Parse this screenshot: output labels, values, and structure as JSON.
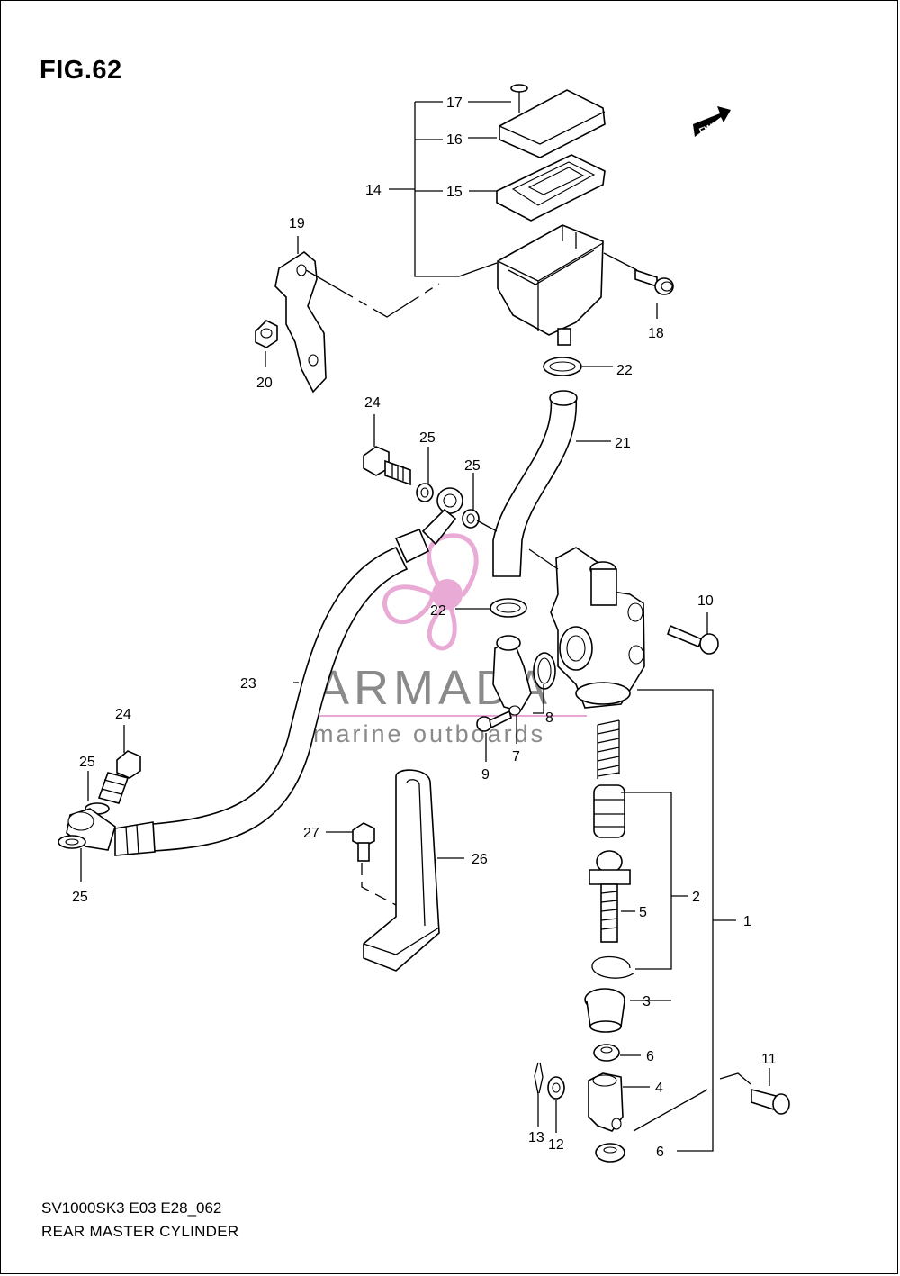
{
  "figure_title": "FIG.62",
  "model_code": "SV1000SK3 E03 E28_062",
  "diagram_title": "REAR MASTER CYLINDER",
  "direction_badge": "FWD",
  "watermark": {
    "brand": "ARMADA",
    "tagline": "marine outboards",
    "accent_color": "#e9a6d4"
  },
  "callouts": {
    "c1": "1",
    "c2": "2",
    "c3": "3",
    "c4": "4",
    "c5": "5",
    "c6a": "6",
    "c6b": "6",
    "c7": "7",
    "c8": "8",
    "c9": "9",
    "c10": "10",
    "c11": "11",
    "c12": "12",
    "c13": "13",
    "c14": "14",
    "c15": "15",
    "c16": "16",
    "c17": "17",
    "c18": "18",
    "c19": "19",
    "c20": "20",
    "c21": "21",
    "c22a": "22",
    "c22b": "22",
    "c23": "23",
    "c24a": "24",
    "c24b": "24",
    "c25a": "25",
    "c25b": "25",
    "c25c": "25",
    "c25d": "25",
    "c26": "26",
    "c27": "27"
  }
}
